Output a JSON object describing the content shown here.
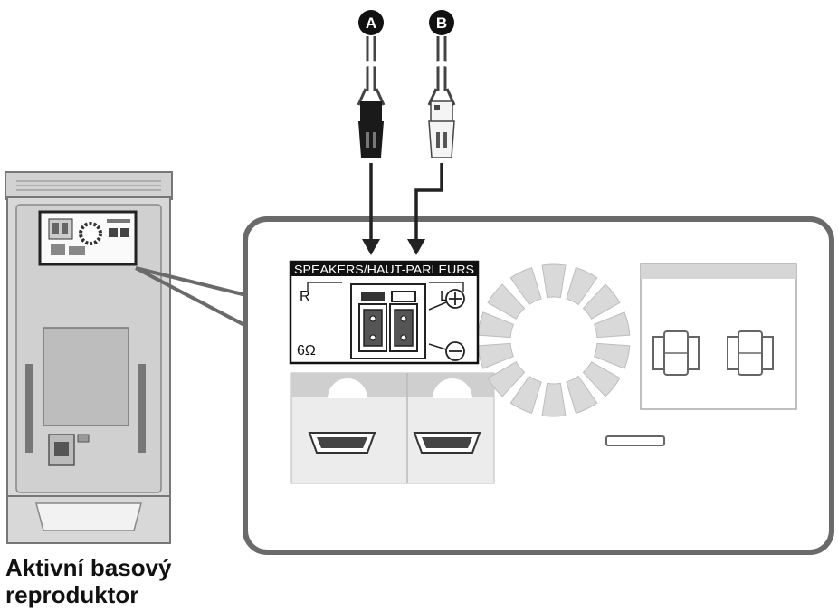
{
  "markers": {
    "a": "A",
    "b": "B"
  },
  "panel": {
    "header": "SPEAKERS/HAUT-PARLEURS",
    "right_label": "R",
    "left_label": "L",
    "impedance": "6Ω"
  },
  "caption": {
    "line1": "Aktivní basový",
    "line2": "reproduktor"
  },
  "colors": {
    "line": "#555555",
    "frame": "#6a6a6a",
    "panel_fill": "#dddddd",
    "plug_dark": "#1a1a1a",
    "header_fill": "#111111"
  }
}
